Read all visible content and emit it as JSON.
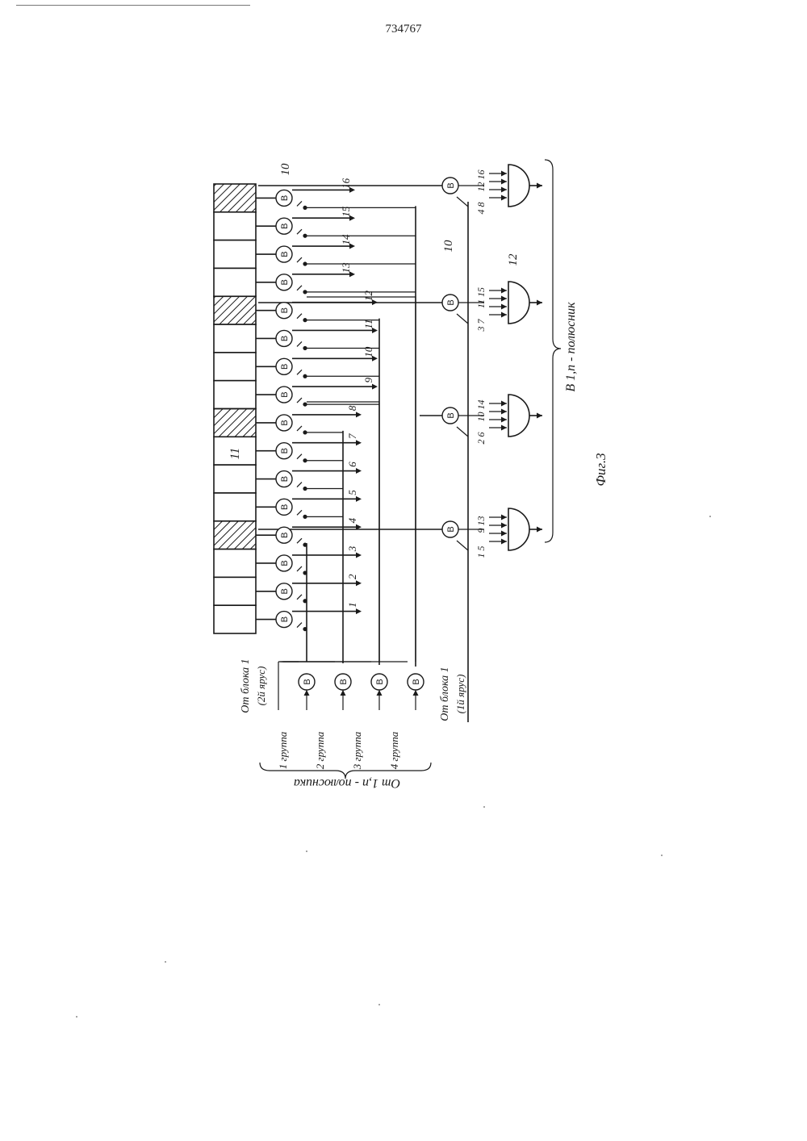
{
  "document": {
    "patent_number": "734767",
    "figure_label": "Фиг.3"
  },
  "diagram": {
    "register_label": "11",
    "element_letter": "В",
    "label_10_top": "10",
    "label_10_mid": "10",
    "label_12": "12",
    "output_numbers": [
      "1",
      "2",
      "3",
      "4",
      "5",
      "6",
      "7",
      "8",
      "9",
      "10",
      "11",
      "12",
      "13",
      "14",
      "15",
      "16"
    ],
    "gate_groups": [
      {
        "left": "1 5",
        "right": "9 13"
      },
      {
        "left": "2 6",
        "right": "10 14"
      },
      {
        "left": "3 7",
        "right": "11 15"
      },
      {
        "left": "4 8",
        "right": "12 16"
      }
    ],
    "bracket_right_label": "В 1,n - полюсник",
    "bracket_left_label": "От 1,n - полюсника",
    "source_tier2": {
      "line1": "От блока 1",
      "line2": "(2й ярус)"
    },
    "source_tier1": {
      "line1": "От блока 1",
      "line2": "(1й ярус)"
    },
    "groups": [
      "1 группа",
      "2 группа",
      "3 группа",
      "4 группа"
    ]
  }
}
